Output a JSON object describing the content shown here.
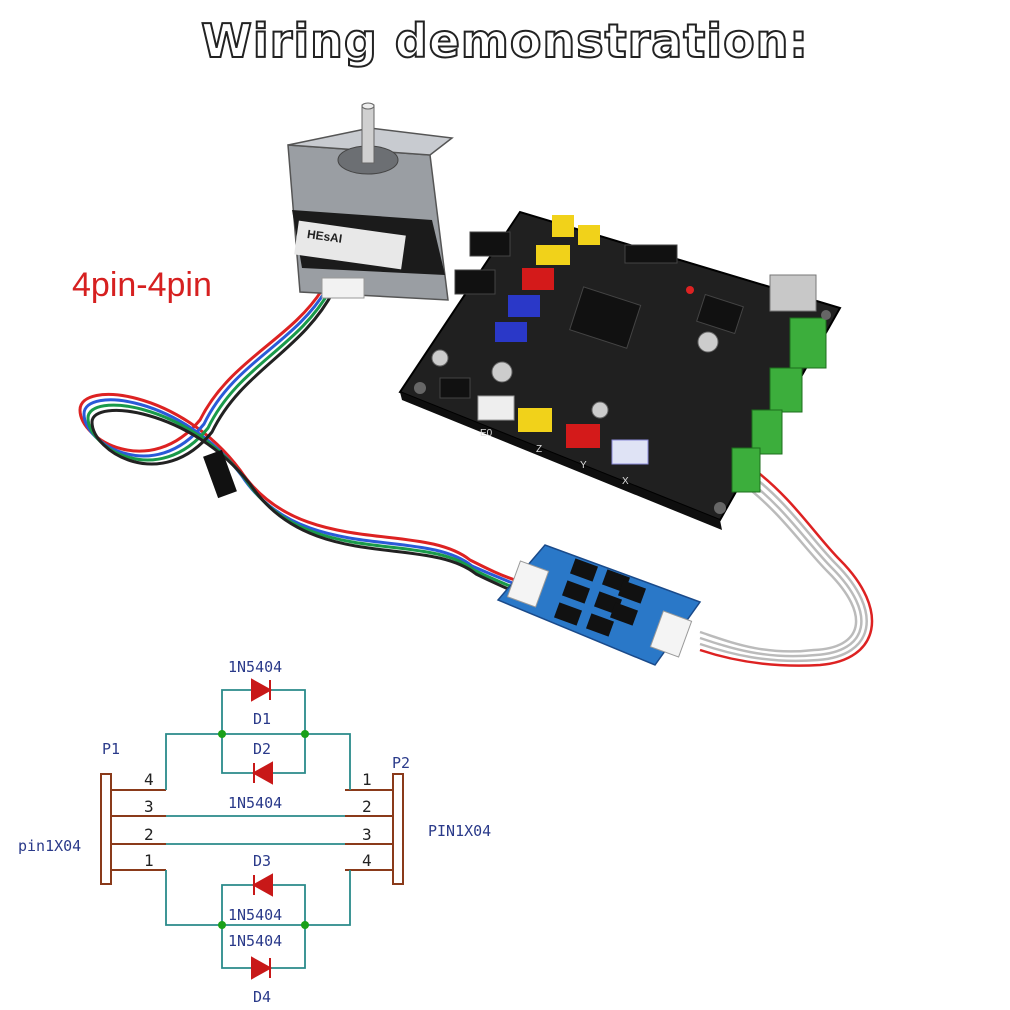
{
  "title": "Wiring demonstration:",
  "cable_label": "4pin-4pin",
  "motor": {
    "brand": "HEsAI"
  },
  "board": {
    "axis_labels": [
      "E0",
      "Z",
      "Y",
      "X"
    ]
  },
  "schematic": {
    "p1": {
      "ref": "P1",
      "value": "pin1X04",
      "pins": [
        "4",
        "3",
        "2",
        "1"
      ]
    },
    "p2": {
      "ref": "P2",
      "value": "PIN1X04",
      "pins": [
        "1",
        "2",
        "3",
        "4"
      ]
    },
    "diodes": [
      {
        "ref": "D1",
        "value": "1N5404"
      },
      {
        "ref": "D2",
        "value": "1N5404"
      },
      {
        "ref": "D3",
        "value": "1N5404"
      },
      {
        "ref": "D4",
        "value": "1N5404"
      }
    ],
    "colors": {
      "wire": "#2a8a8a",
      "diode": "#c81818",
      "node": "#1aa01a",
      "pin": "#8a3a1a",
      "text": "#2a3a8a"
    }
  }
}
